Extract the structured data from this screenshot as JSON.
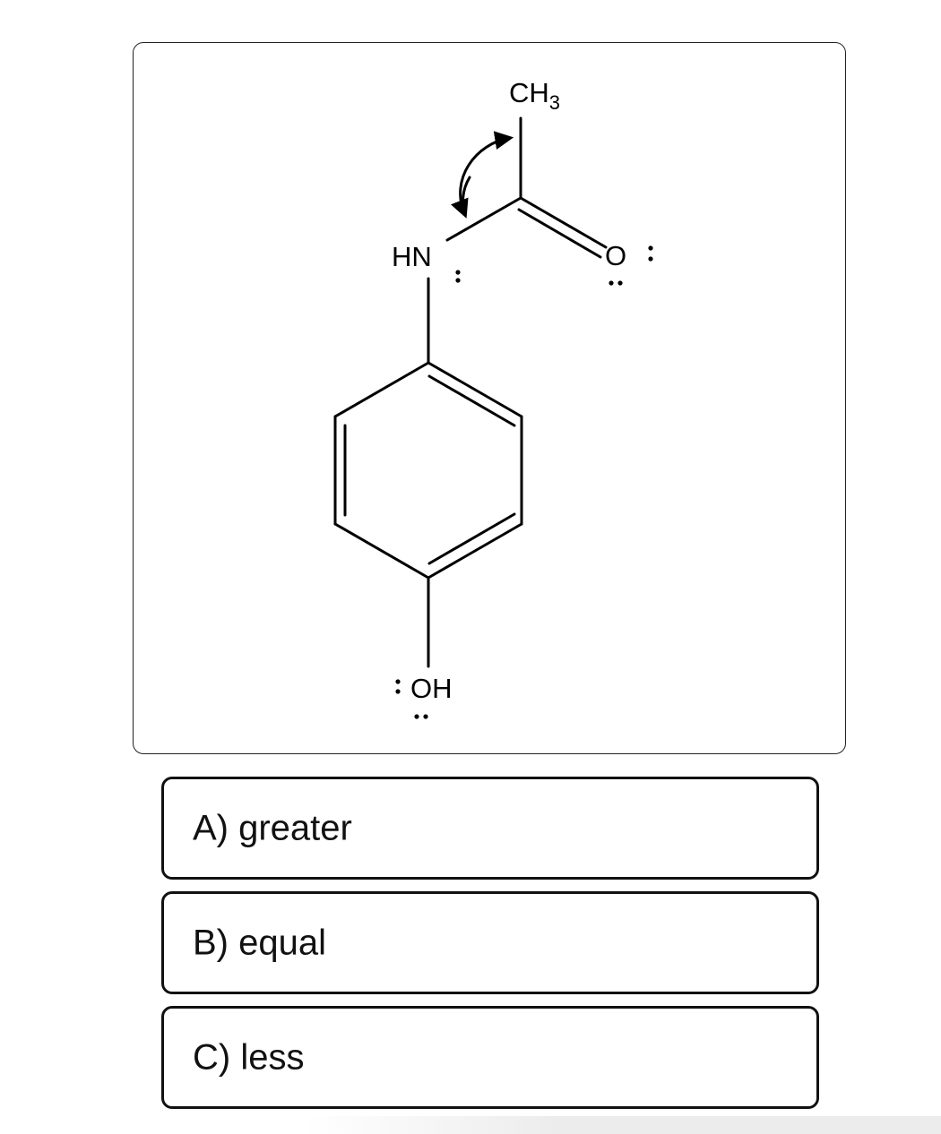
{
  "molecule": {
    "labels": {
      "methyl": "CH",
      "methyl_subscript": "3",
      "amine": "HN",
      "carbonyl_oxygen": "O",
      "hydroxyl": "OH"
    }
  },
  "options": [
    {
      "label": "A) greater"
    },
    {
      "label": "B) equal"
    },
    {
      "label": "C) less"
    }
  ]
}
